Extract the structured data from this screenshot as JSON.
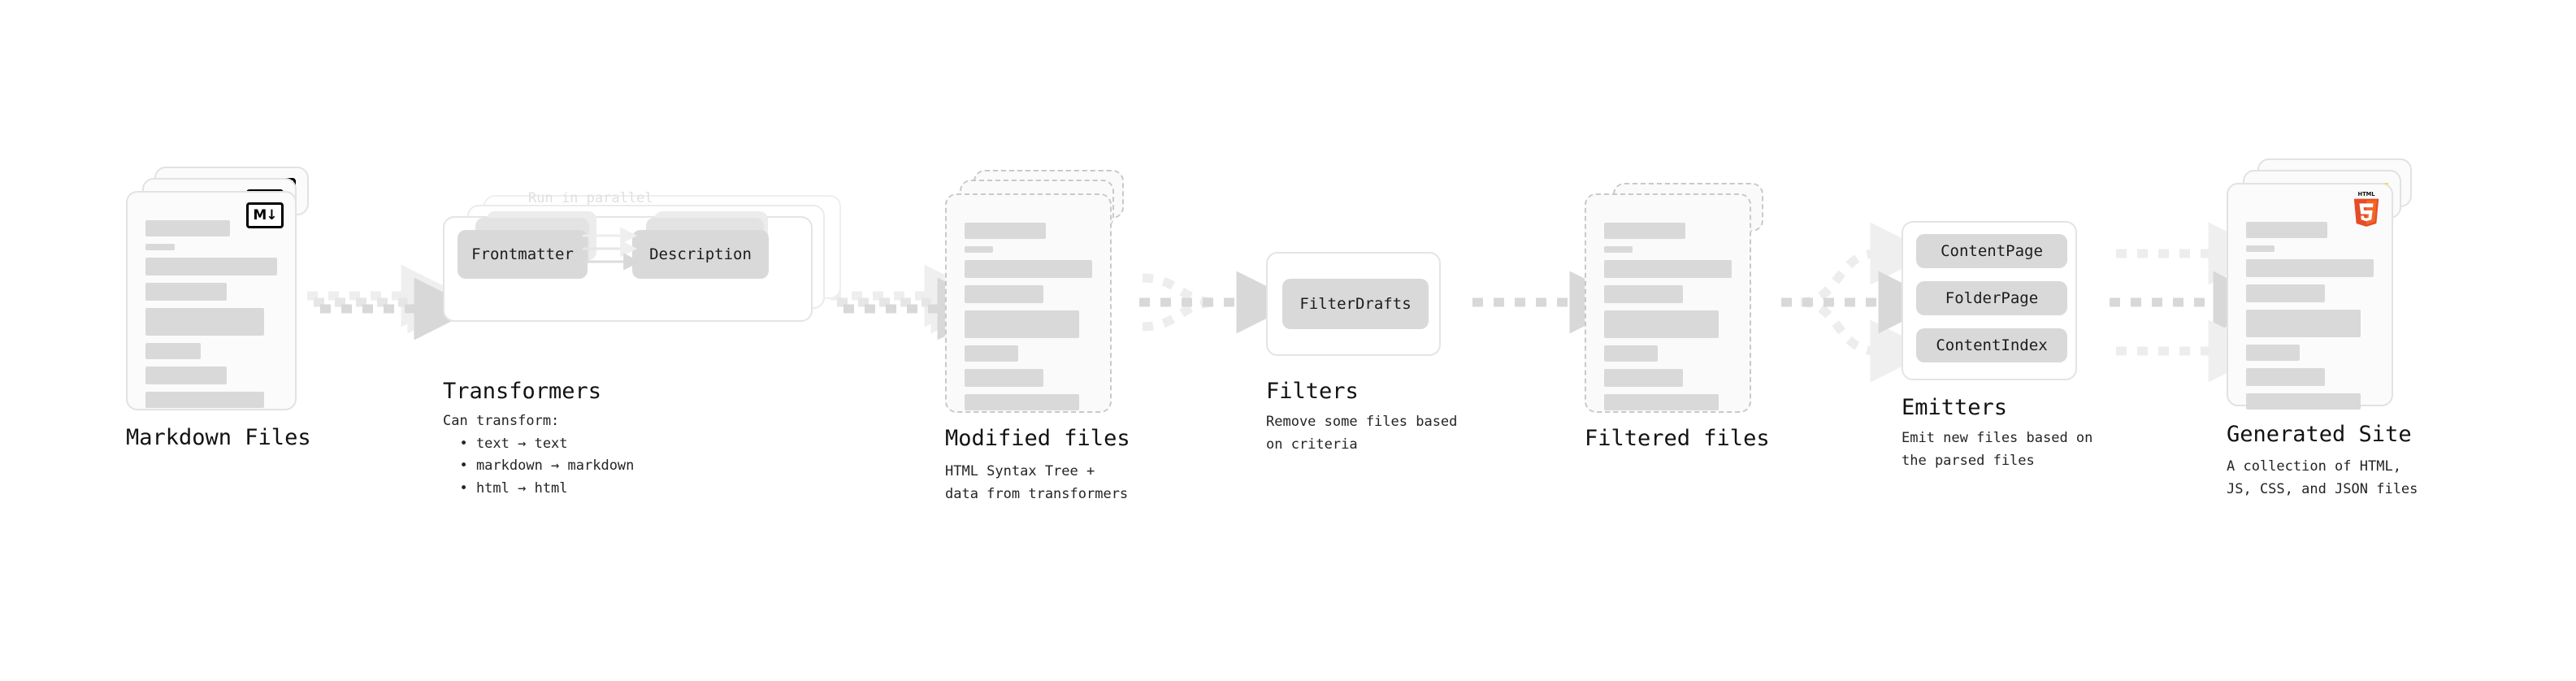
{
  "diagram": {
    "background": "#ffffff",
    "accents": {
      "bar_gray": "#d9d9d9",
      "chip_gray": "#d9d9d9",
      "arrow_gray": "#d5d5d5",
      "outline_gray": "#e4e4e4",
      "html5_orange": "#e44d26",
      "js_yellow": "#f7df1e",
      "css_blue": "#264de4"
    },
    "stages": [
      {
        "id": "markdown-files",
        "title": "Markdown Files",
        "subtitle": "",
        "badge_icon": "markdown-icon",
        "badge_text": "M"
      },
      {
        "id": "transformers",
        "title": "Transformers",
        "subtitle": "Can transform:\n  • text → text\n  • markdown → markdown\n  • html → html",
        "annotation": "Run in parallel",
        "chips": [
          "Frontmatter",
          "Description"
        ]
      },
      {
        "id": "modified-files",
        "title": "Modified files",
        "subtitle": "HTML Syntax Tree +\ndata from transformers",
        "badge_icon": "none"
      },
      {
        "id": "filters",
        "title": "Filters",
        "subtitle": "Remove some files based\non criteria",
        "chips": [
          "FilterDrafts"
        ]
      },
      {
        "id": "filtered-files",
        "title": "Filtered files",
        "subtitle": "",
        "badge_icon": "none"
      },
      {
        "id": "emitters",
        "title": "Emitters",
        "subtitle": "Emit new files based on\nthe parsed files",
        "chips": [
          "ContentPage",
          "FolderPage",
          "ContentIndex"
        ]
      },
      {
        "id": "generated-site",
        "title": "Generated Site",
        "subtitle": "A collection of HTML,\nJS, CSS, and JSON files",
        "badge_icon": "html5-icon",
        "badge_stack": [
          "css-icon",
          "js-icon",
          "html5-icon"
        ]
      }
    ],
    "document_bars": [
      {
        "width_pct": 64,
        "height": 20
      },
      {
        "width_pct": 22,
        "height": 8
      },
      {
        "width_pct": 100,
        "height": 22
      },
      {
        "width_pct": 62,
        "height": 22
      },
      {
        "width_pct": 90,
        "height": 34
      },
      {
        "width_pct": 42,
        "height": 20
      },
      {
        "width_pct": 62,
        "height": 22
      },
      {
        "width_pct": 90,
        "height": 20
      }
    ]
  }
}
